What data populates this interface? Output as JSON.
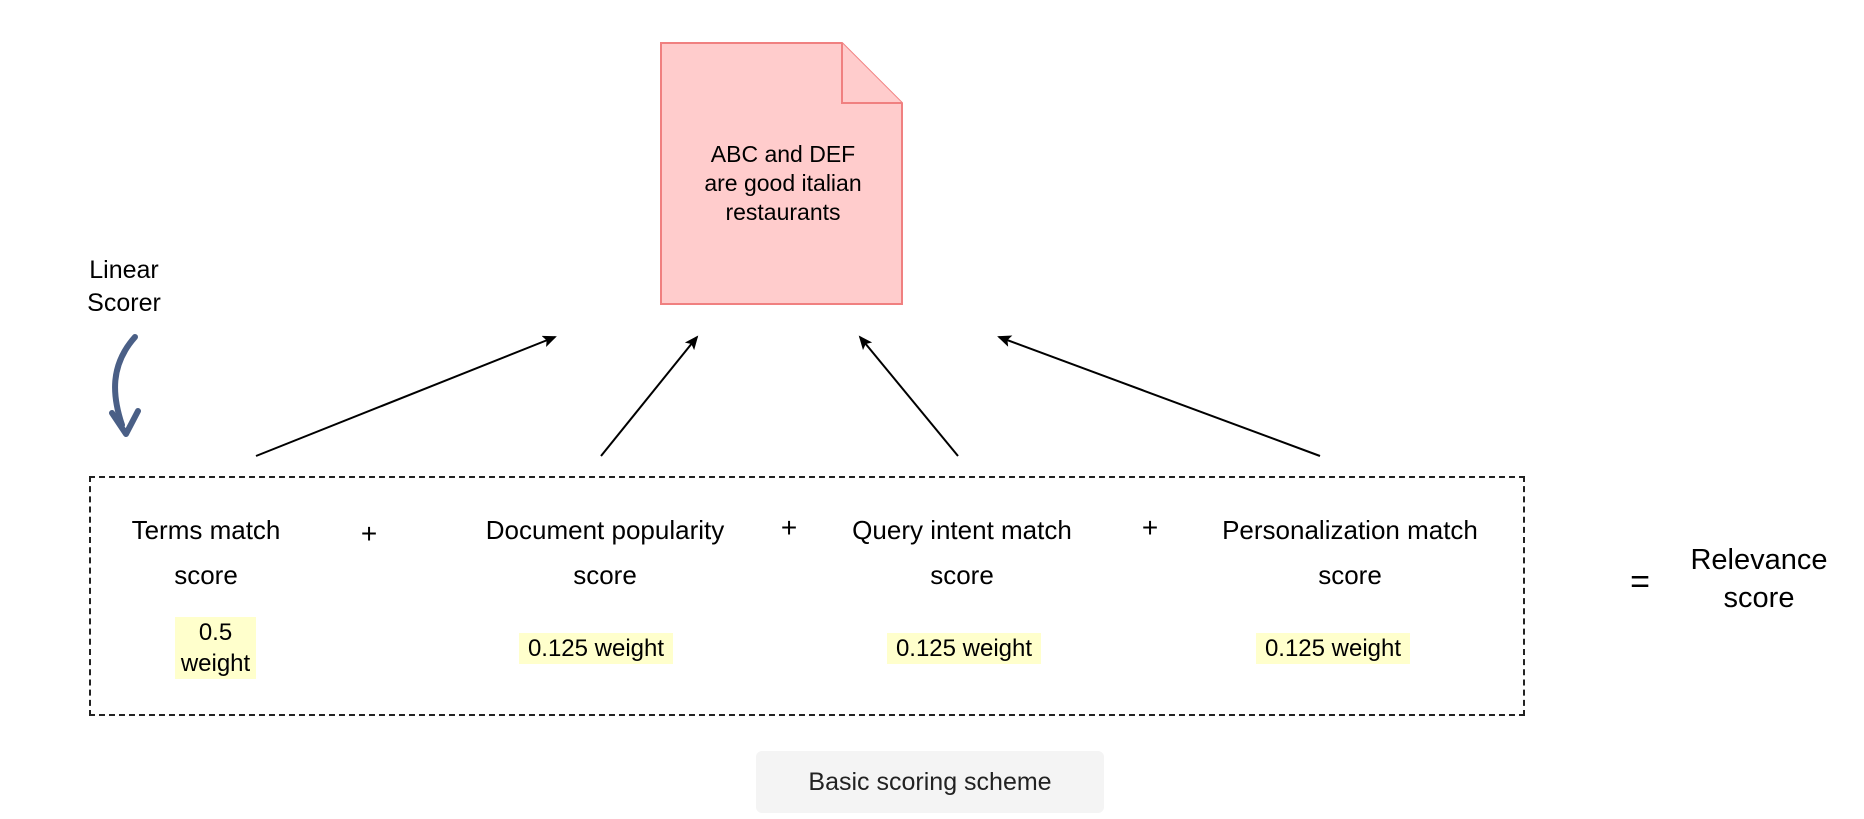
{
  "document": {
    "text_line1": "ABC and DEF",
    "text_line2": "are good italian",
    "text_line3": "restaurants",
    "fill_color": "#ffcccc",
    "stroke_color": "#f08080"
  },
  "side_label": {
    "line1": "Linear",
    "line2": "Scorer",
    "arrow_color": "#4a5f86"
  },
  "terms": [
    {
      "title_line1": "Terms match",
      "title_line2": "score",
      "weight_line1": "0.5",
      "weight_line2": "weight"
    },
    {
      "title_line1": "Document popularity",
      "title_line2": "score",
      "weight": "0.125 weight"
    },
    {
      "title_line1": "Query intent match",
      "title_line2": "score",
      "weight": "0.125 weight"
    },
    {
      "title_line1": "Personalization match",
      "title_line2": "score",
      "weight": "0.125 weight"
    }
  ],
  "operators": {
    "plus": "+",
    "equals": "="
  },
  "result": {
    "line1": "Relevance",
    "line2": "score"
  },
  "caption": "Basic scoring scheme",
  "colors": {
    "weight_highlight": "#ffffcc",
    "caption_bg": "#f4f4f4"
  }
}
